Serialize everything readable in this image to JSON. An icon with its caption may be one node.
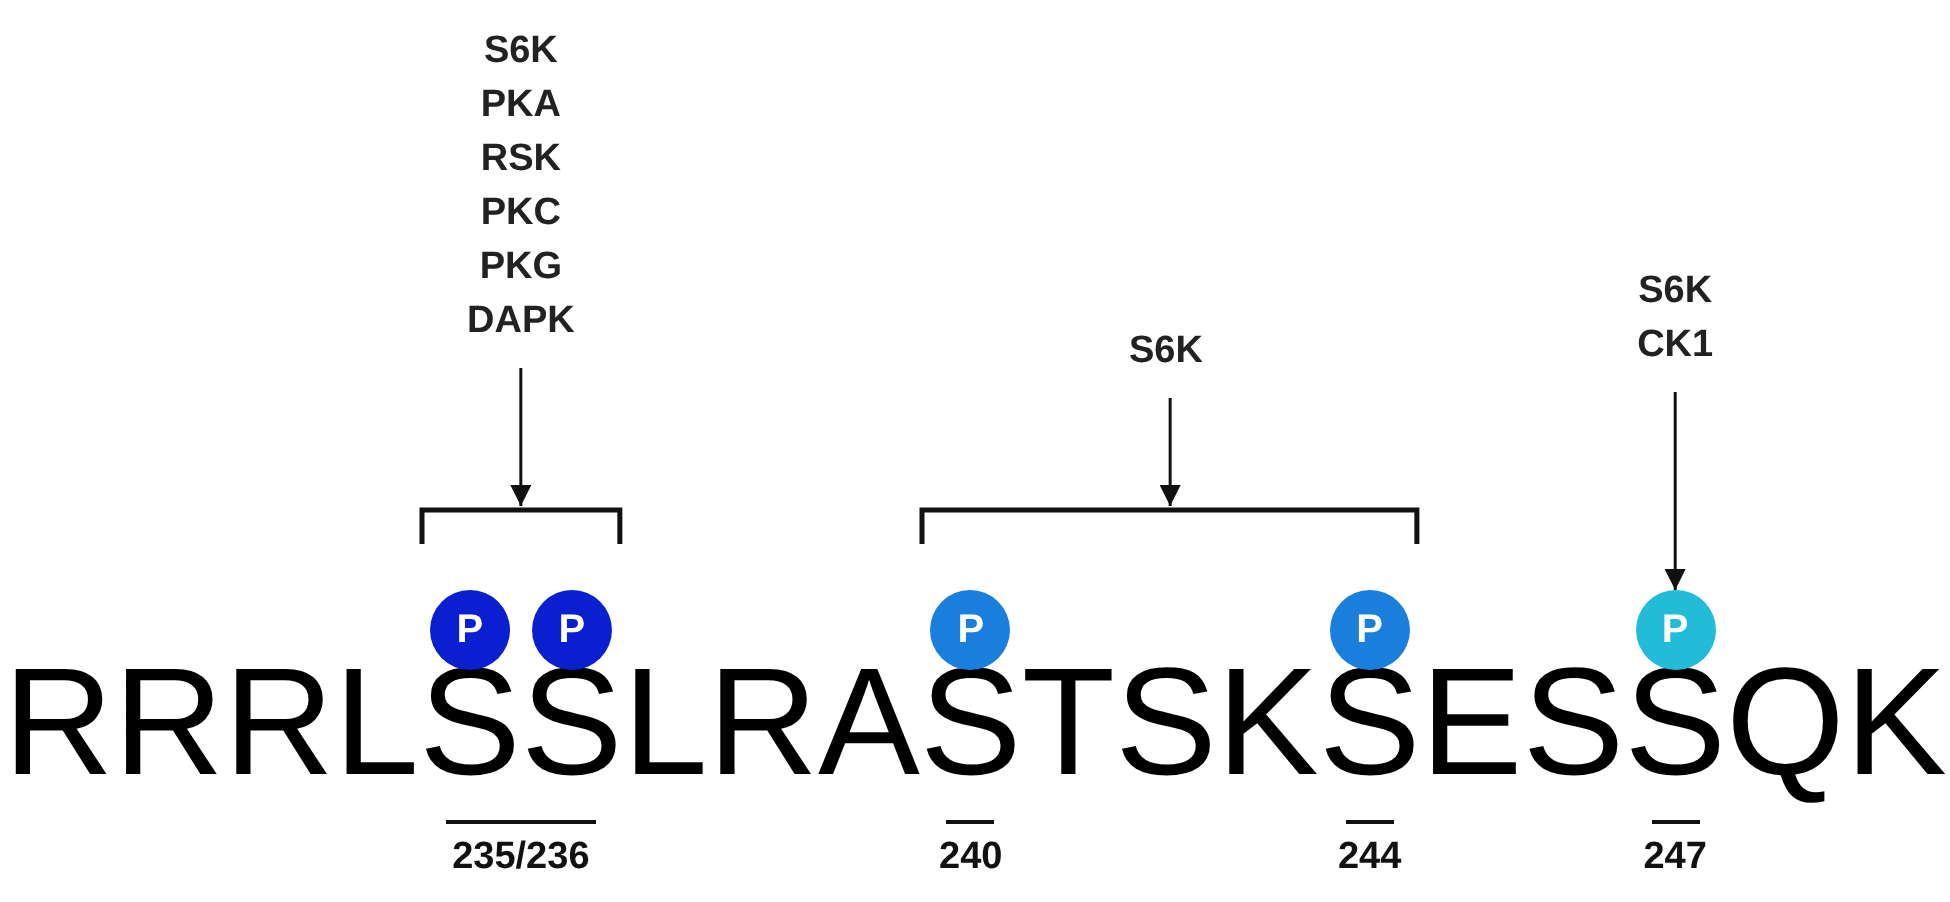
{
  "diagram": {
    "nodes": [
      {
        "text": [
          "S6K",
          "PKA",
          "RSK",
          "PKC",
          "PKG",
          "DAPK"
        ]
      },
      {
        "text": [],
        "shape": "bracket"
      },
      {
        "text": [
          "P"
        ]
      },
      {
        "text": [
          "P"
        ]
      },
      {
        "text": [
          "S6K"
        ]
      },
      {
        "text": [],
        "shape": "bracket"
      },
      {
        "text": [
          "P"
        ]
      },
      {
        "text": [
          "P"
        ]
      },
      {
        "text": [
          "S6K",
          "CK1"
        ]
      },
      {
        "text": [
          "P"
        ]
      }
    ],
    "edges": [
      {
        "from": 0,
        "to": 1,
        "arrow": "to"
      },
      {
        "from": 4,
        "to": 5,
        "arrow": "to"
      },
      {
        "from": 8,
        "to": 9,
        "arrow": "to"
      }
    ],
    "labels": [
      "RRRLSSLRASTSKSESSQK",
      "235/236",
      "240",
      "244",
      "247"
    ]
  }
}
